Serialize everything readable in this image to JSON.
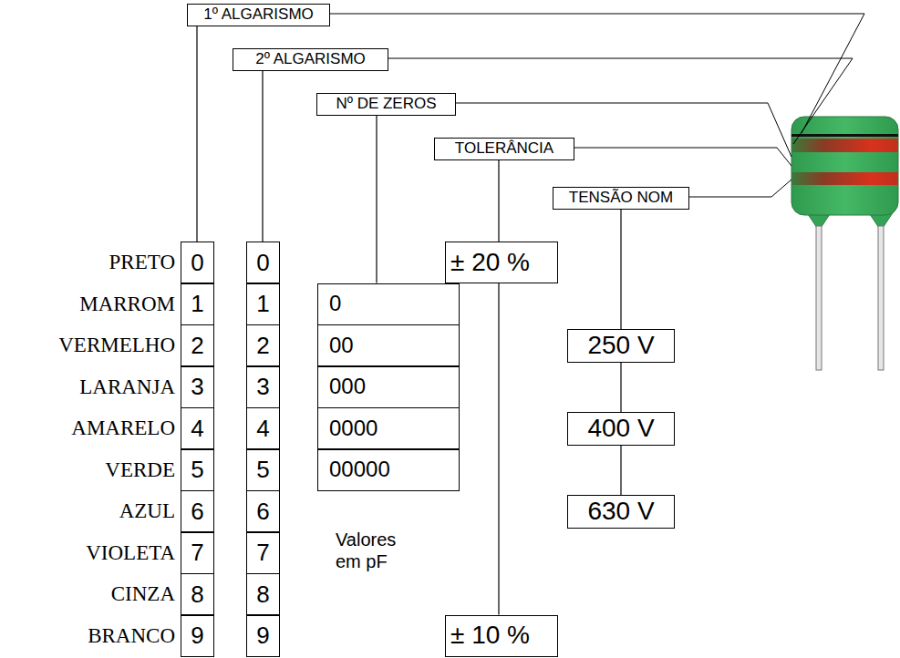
{
  "diagram": {
    "nodes": [
      {
        "text": [
          "1º ALGARISMO"
        ]
      },
      {
        "text": [
          "2º ALGARISMO"
        ]
      },
      {
        "text": [
          "Nº DE ZEROS"
        ]
      },
      {
        "text": [
          "TOLERÂNCIA"
        ]
      },
      {
        "text": [
          "TENSÃO NOM"
        ]
      },
      {
        "text": [
          "0"
        ]
      },
      {
        "text": [
          "1"
        ]
      },
      {
        "text": [
          "2"
        ]
      },
      {
        "text": [
          "3"
        ]
      },
      {
        "text": [
          "4"
        ]
      },
      {
        "text": [
          "5"
        ]
      },
      {
        "text": [
          "6"
        ]
      },
      {
        "text": [
          "7"
        ]
      },
      {
        "text": [
          "8"
        ]
      },
      {
        "text": [
          "9"
        ]
      },
      {
        "text": [
          "0"
        ]
      },
      {
        "text": [
          "1"
        ]
      },
      {
        "text": [
          "2"
        ]
      },
      {
        "text": [
          "3"
        ]
      },
      {
        "text": [
          "4"
        ]
      },
      {
        "text": [
          "5"
        ]
      },
      {
        "text": [
          "6"
        ]
      },
      {
        "text": [
          "7"
        ]
      },
      {
        "text": [
          "8"
        ]
      },
      {
        "text": [
          "9"
        ]
      },
      {
        "text": [
          "0"
        ]
      },
      {
        "text": [
          "00"
        ]
      },
      {
        "text": [
          "000"
        ]
      },
      {
        "text": [
          "0000"
        ]
      },
      {
        "text": [
          "00000"
        ]
      },
      {
        "text": [
          "± 20 %"
        ]
      },
      {
        "text": [
          "250 V"
        ]
      },
      {
        "text": [
          "400 V"
        ]
      },
      {
        "text": [
          "630 V"
        ]
      },
      {
        "text": [
          "± 10 %"
        ]
      }
    ],
    "edges": [
      {
        "from": 0,
        "to": 5,
        "arrow": "none"
      },
      {
        "from": 1,
        "to": 15,
        "arrow": "none"
      },
      {
        "from": 2,
        "to": 25,
        "arrow": "none"
      },
      {
        "from": 3,
        "to": 30,
        "arrow": "none"
      },
      {
        "from": 30,
        "to": 34,
        "arrow": "none"
      },
      {
        "from": 4,
        "to": 31,
        "arrow": "none"
      },
      {
        "from": 31,
        "to": 32,
        "arrow": "none"
      },
      {
        "from": 32,
        "to": 33,
        "arrow": "none"
      }
    ],
    "labels": [
      "PRETO",
      "MARROM",
      "VERMELHO",
      "LARANJA",
      "AMARELO",
      "VERDE",
      "AZUL",
      "VIOLETA",
      "CINZA",
      "BRANCO",
      "Valores em pF"
    ]
  }
}
